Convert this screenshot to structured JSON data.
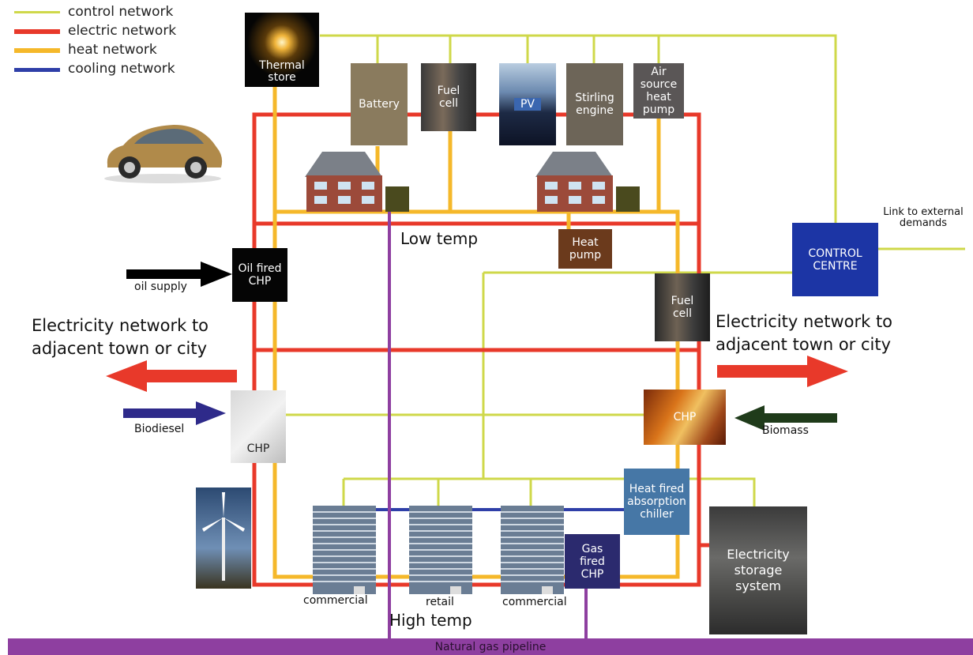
{
  "legend": {
    "control": "control network",
    "electric": "electric network",
    "heat": "heat network",
    "cooling": "cooling network"
  },
  "colors": {
    "control": "#cfd84a",
    "electric": "#e8392a",
    "heat": "#f5b82a",
    "cooling": "#2f3fa8",
    "gas": "#8e3fa0",
    "control_centre": "#1c35a5",
    "heat_pump": "#6b3a1c",
    "absorption_chiller": "#4677a6",
    "gas_chp": "#2b2a6e"
  },
  "components": {
    "thermal_store": "Thermal store",
    "battery": "Battery",
    "fuel_cell_top": "Fuel cell",
    "pv": "PV",
    "stirling_engine": "Stirling engine",
    "air_source_heat_pump": "Air source heat pump",
    "heat_pump": "Heat pump",
    "oil_fired_chp": "Oil fired CHP",
    "fuel_cell_right": "Fuel cell",
    "control_centre": "CONTROL CENTRE",
    "biodiesel_chp": "CHP",
    "biomass_chp": "CHP",
    "absorption_chiller": "Heat fired absorption chiller",
    "gas_fired_chp": "Gas fired CHP",
    "electricity_storage": "Electricity storage system"
  },
  "labels": {
    "low_temp": "Low temp",
    "high_temp": "High temp",
    "oil_supply": "oil supply",
    "biodiesel": "Biodiesel",
    "biomass": "Biomass",
    "link_external": "Link to external demands",
    "elec_left": "Electricity network to adjacent town or city",
    "elec_right": "Electricity network to adjacent town or city",
    "gas_pipeline": "Natural gas pipeline",
    "building_1": "commercial",
    "building_2": "retail",
    "building_3": "commercial"
  }
}
